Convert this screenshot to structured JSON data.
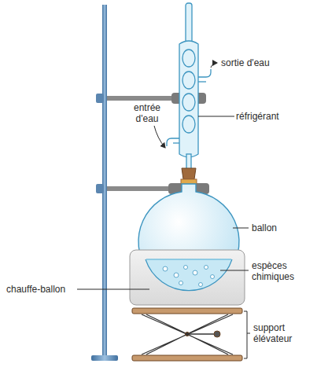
{
  "diagram": {
    "labels": [
      "sortie d'eau",
      "réfrigérant",
      "entrée d'eau",
      "ballon",
      "espèces chimiques",
      "chauffe-ballon",
      "support élévateur"
    ]
  }
}
